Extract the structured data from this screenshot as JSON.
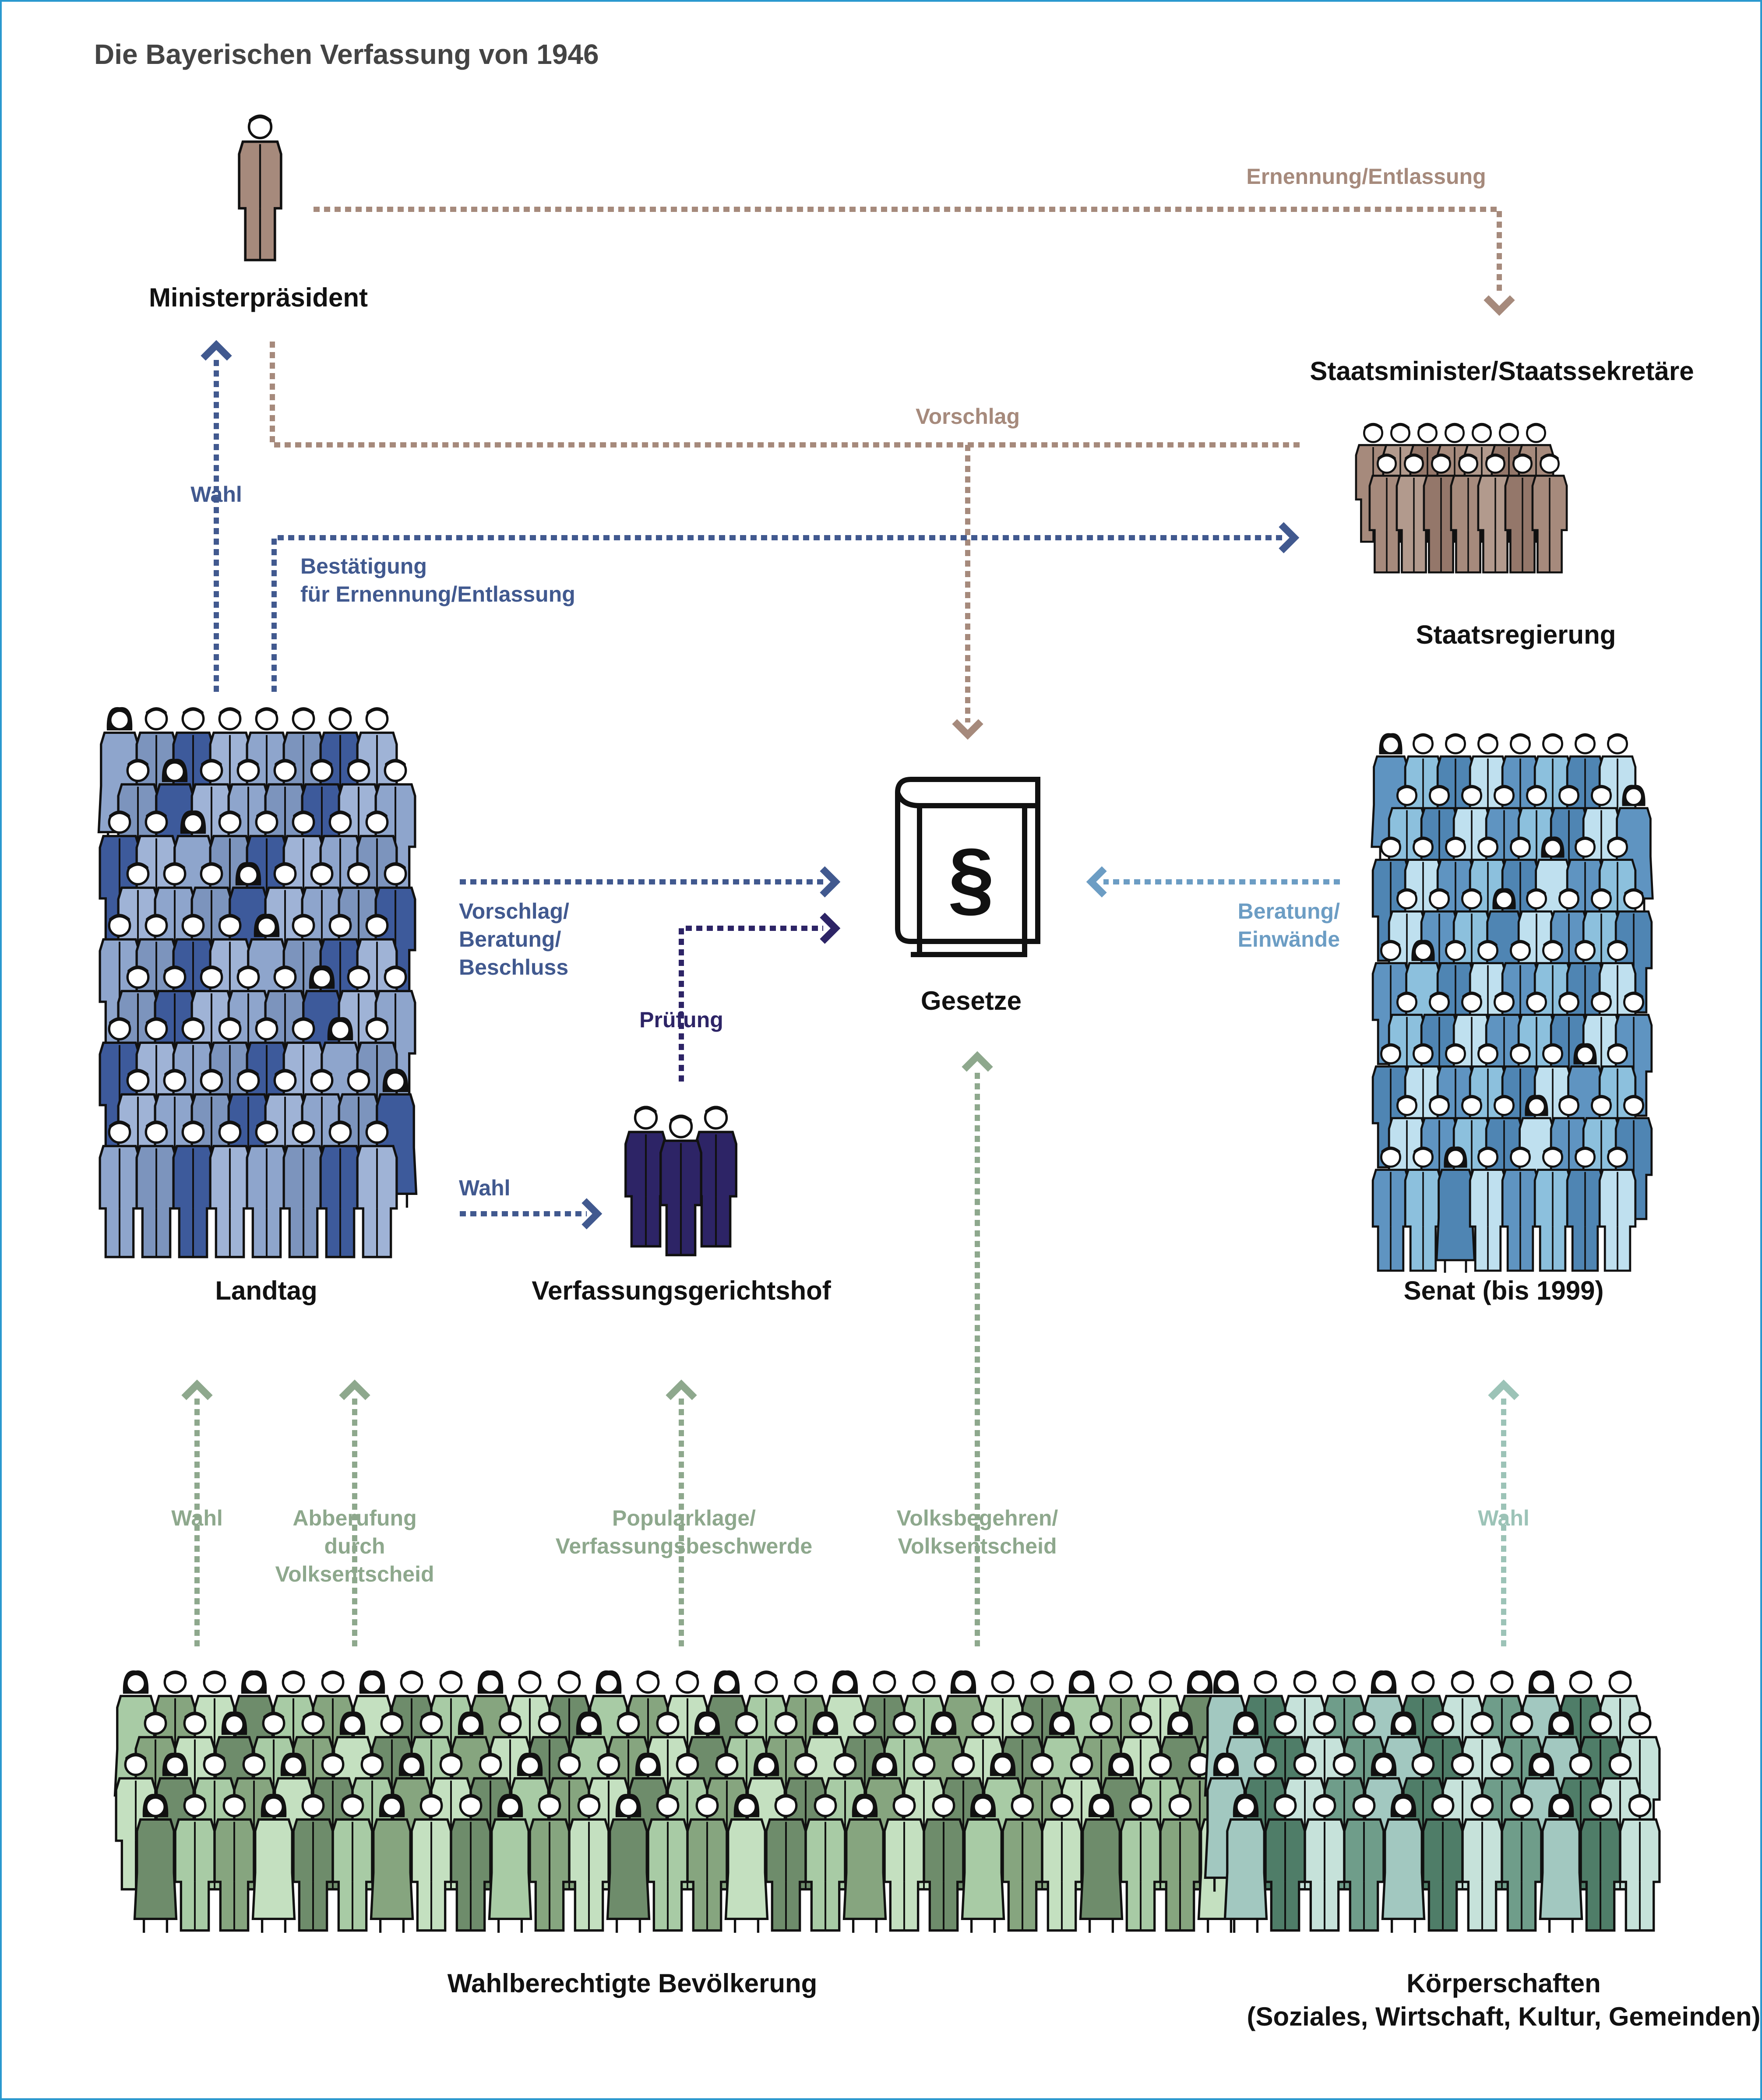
{
  "title": "Die Bayerischen Verfassung von 1946",
  "colors": {
    "brown": "#a68a7c",
    "blue": "#41598f",
    "navy": "#2d2466",
    "lightblue": "#6c9dc4",
    "sage": "#8ea88d",
    "mint": "#9cc3b7",
    "green": "#9cc39a",
    "border": "#2a98cf"
  },
  "nodes": {
    "ministerpraesident": "Ministerpräsident",
    "staatsminister": "Staatsminister/Staatssekretäre",
    "staatsregierung": "Staatsregierung",
    "landtag": "Landtag",
    "gericht": "Verfassungsgerichtshof",
    "gesetze": "Gesetze",
    "senat": "Senat (bis 1999)",
    "bevoelkerung": "Wahlberechtigte Bevölkerung",
    "koerperschaften_line1": "Körperschaften",
    "koerperschaften_line2": "(Soziales, Wirtschaft, Kultur, Gemeinden)",
    "book_symbol": "§"
  },
  "edges": {
    "ernennung": "Ernennung/Entlassung",
    "vorschlag": "Vorschlag",
    "wahl_mp": "Wahl",
    "bestaetigung_line1": "Bestätigung",
    "bestaetigung_line2": "für Ernennung/Entlassung",
    "landtag_gesetze_line1": "Vorschlag/",
    "landtag_gesetze_line2": "Beratung/",
    "landtag_gesetze_line3": "Beschluss",
    "wahl_gericht": "Wahl",
    "pruefung": "Prüfung",
    "senat_line1": "Beratung/",
    "senat_line2": "Einwände",
    "wahl_landtag": "Wahl",
    "abberufung_line1": "Abberufung",
    "abberufung_line2": "durch",
    "abberufung_line3": "Volksentscheid",
    "popular_line1": "Popularklage/",
    "popular_line2": "Verfassungsbeschwerde",
    "volks_line1": "Volksbegehren/",
    "volks_line2": "Volksentscheid",
    "wahl_senat": "Wahl"
  }
}
